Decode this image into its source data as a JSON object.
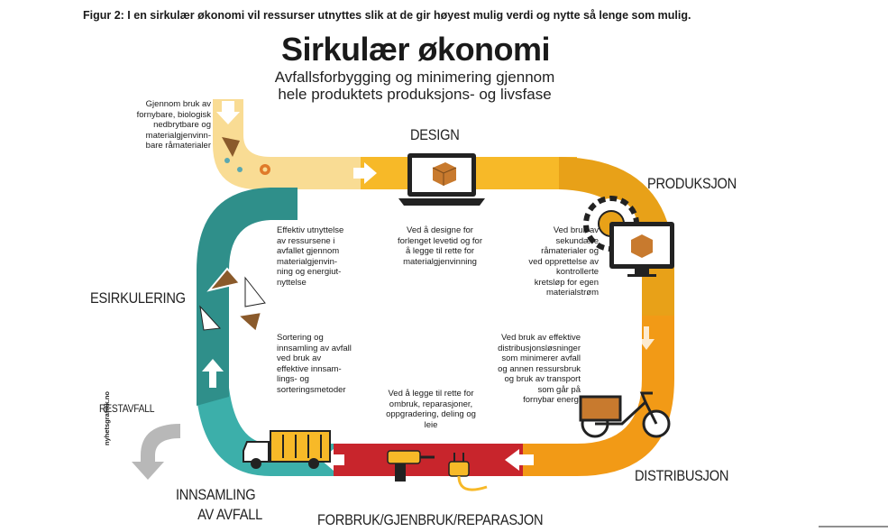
{
  "caption": "Figur 2: I en sirkulær økonomi vil ressurser utnyttes slik at de gir høyest mulig verdi og nytte så lenge som mulig.",
  "title": "Sirkulær økonomi",
  "subtitle_line1": "Avfallsforbygging og minimering gjennom",
  "subtitle_line2": "hele produktets produksjons- og livsfase",
  "brand": "nyhetsgrafikk.no",
  "colors": {
    "feed": "#f9dc94",
    "design": "#f7b928",
    "production": "#e8a118",
    "distribution": "#f29a16",
    "consumption": "#c8252c",
    "collection": "#3cafaa",
    "recycling": "#2f8f8a",
    "residual": "#b8b8b8",
    "arrow": "#ffffff"
  },
  "stages": {
    "design": "DESIGN",
    "production": "PRODUKSJON",
    "distribution": "DISTRIBUSJON",
    "consumption": "FORBRUK/GJENBRUK/REPARASJON",
    "collection_line1": "INNSAMLING",
    "collection_line2": "AV AVFALL",
    "recycling": "ESIRKULERING",
    "residual": "RESTAVFALL"
  },
  "descriptions": {
    "feed": [
      "Gjennom bruk av",
      "fornybare, biologisk",
      "nedbrytbare og",
      "materialgjenvinn-",
      "bare råmaterialer"
    ],
    "design": [
      "Ved å designe for",
      "forlenget levetid og for",
      "å legge til rette for",
      "materialgjenvinning"
    ],
    "production": [
      "Ved bruk av",
      "sekundære",
      "råmaterialer og",
      "ved opprettelse av",
      "kontrollerte",
      "kretsløp for egen",
      "materialstrøm"
    ],
    "distribution": [
      "Ved bruk av effektive",
      "distribusjonsløsninger",
      "som minimerer avfall",
      "og annen ressursbruk",
      "og bruk av transport",
      "som går på",
      "fornybar energi"
    ],
    "consumption": [
      "Ved å legge til rette for",
      "ombruk, reparasjoner,",
      "oppgradering, deling og",
      "leie"
    ],
    "collection": [
      "Sortering og",
      "innsamling av avfall",
      "ved bruk av",
      "effektive innsam-",
      "lings- og",
      "sorteringsmetoder"
    ],
    "recycling": [
      "Effektiv utnyttelse",
      "av ressursene i",
      "avfallet gjennom",
      "materialgjenvin-",
      "ning og energiut-",
      "nyttelse"
    ]
  }
}
